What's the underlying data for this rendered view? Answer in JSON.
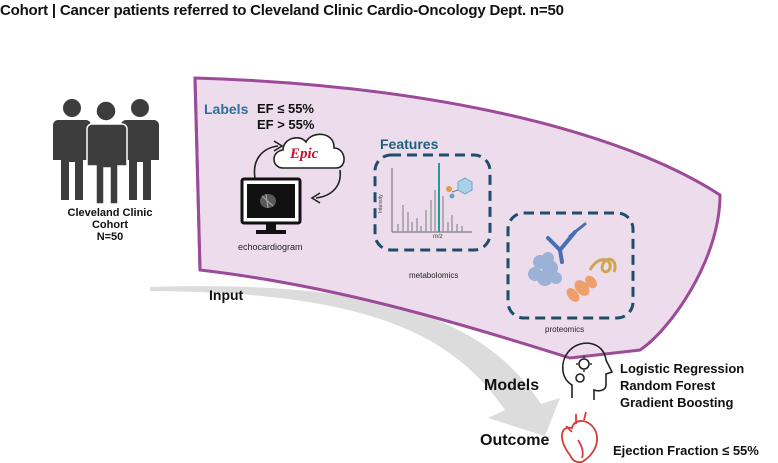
{
  "title": "Cohort | Cancer patients referred to Cleveland Clinic Cardio-Oncology Dept. n=50",
  "cohort": {
    "line1": "Cleveland Clinic",
    "line2": "Cohort",
    "line3": "N=50"
  },
  "labels": {
    "heading": "Labels",
    "ef_low": "EF ≤ 55%",
    "ef_high": "EF > 55%"
  },
  "epic_logo_text": "Epic",
  "echo_caption": "echocardiogram",
  "features": {
    "heading": "Features",
    "metabolomics": "metabolomics",
    "proteomics": "proteomics",
    "ms_xlabel": "m/z",
    "ms_ylabel": "Intensity"
  },
  "input_label": "Input",
  "models": {
    "heading": "Models",
    "items": [
      "Logistic Regression",
      "Random Forest",
      "Gradient Boosting"
    ]
  },
  "outcome": {
    "heading": "Outcome",
    "value": "Ejection Fraction ≤ 55%"
  },
  "colors": {
    "band_fill": "#ecdcec",
    "band_stroke": "#9b4b98",
    "dashed_box": "#1f4e6b",
    "arrow_gray": "#d8d8d8",
    "heart": "#d63b3b",
    "epic_red": "#c8102e"
  },
  "icons": [
    "person-group-icon",
    "monitor-icon",
    "cloud-icon",
    "cycle-arrow-icon",
    "head-gears-icon",
    "heart-icon",
    "molecule-icon",
    "protein-icon"
  ]
}
